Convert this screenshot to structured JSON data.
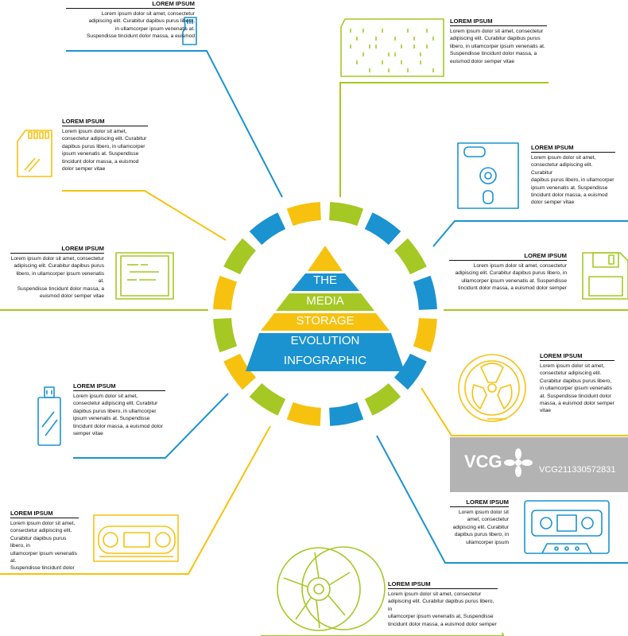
{
  "colors": {
    "blue": "#1a93d0",
    "green": "#a5c824",
    "yellow": "#f7c20f",
    "text": "#111111",
    "watermark": "#969696"
  },
  "title_lines": [
    "THE",
    "MEDIA",
    "STORAGE",
    "EVOLUTION",
    "INFOGRAPHIC"
  ],
  "ring": {
    "segment_count": 16,
    "segment_colors": [
      "green",
      "blue",
      "green",
      "blue",
      "yellow",
      "blue",
      "green",
      "blue",
      "yellow",
      "green",
      "yellow",
      "green",
      "yellow",
      "green",
      "blue",
      "yellow"
    ]
  },
  "lorem": {
    "heading": "LOREM IPSUM",
    "paragraph": "Lorem ipsum dolor sit amet, consectetur adipiscing elit. Curabitur dapibus purus libero, in ullamcorper ipsum venenatis at. Suspendisse tincidunt dolor massa, a euismod dolor semper vitae"
  },
  "blocks": [
    {
      "id": "microsd",
      "icon": "micro-sd-card-icon",
      "color": "blue",
      "lines": [
        "Lorem ipsum dolor sit amet, consectetur",
        "adipiscing elit. Curabitur dapibus purus libero,",
        "in ullamcorper ipsum venenatis at.",
        "Suspendisse tincidunt dolor massa, a euismod"
      ]
    },
    {
      "id": "sdcard",
      "icon": "sd-card-icon",
      "color": "yellow",
      "lines": [
        "Lorem ipsum dolor sit amet,",
        "consectetur adipiscing elit. Curabitur",
        "dapibus purus libero, in ullamcorper",
        "ipsum venenatis at. Suspendisse",
        "tincidunt dolor massa, a euismod",
        "dolor semper vitae"
      ]
    },
    {
      "id": "ssd",
      "icon": "ssd-drive-icon",
      "color": "green",
      "lines": [
        "Lorem ipsum dolor sit amet, consectetur",
        "adipiscing elit. Curabitur dapibus purus",
        "libero, in ullamcorper ipsum venenatis at.",
        "Suspendisse tincidunt dolor massa, a",
        "euismod dolor semper vitae"
      ]
    },
    {
      "id": "usb",
      "icon": "usb-flash-drive-icon",
      "color": "blue",
      "lines": [
        "Lorem ipsum dolor sit amet,",
        "consectetur adipiscing elit. Curabitur",
        "dapibus purus libero, in ullamcorper",
        "ipsum venenatis at. Suspendisse",
        "tincidunt dolor massa, a euismod dolor",
        "semper vitae"
      ]
    },
    {
      "id": "vhs",
      "icon": "vhs-tape-icon",
      "color": "yellow",
      "lines": [
        "Lorem ipsum dolor sit amet,",
        "consectetur adipiscing elit.",
        "Curabitur dapibus purus libero, in",
        "ullamcorper ipsum venenatis at.",
        "Suspendisse tincidunt dolor"
      ]
    },
    {
      "id": "cd",
      "icon": "cd-disc-icon",
      "color": "green",
      "lines": [
        "Lorem ipsum dolor sit amet, consectetur",
        "adipiscing elit. Curabitur dapibus purus libero, in",
        "ullamcorper ipsum venenatis at. Suspendisse",
        "tincidunt dolor massa, a euismod dolor semper"
      ]
    },
    {
      "id": "cassette",
      "icon": "cassette-tape-icon",
      "color": "blue",
      "lines": [
        "Lorem ipsum dolor sit",
        "amet, consectetur",
        "adipiscing elit. Curabitur",
        "dapibus purus libero, in",
        "ullamcorper ipsum"
      ]
    },
    {
      "id": "reel",
      "icon": "film-reel-icon",
      "color": "yellow",
      "lines": [
        "Lorem ipsum dolor sit amet,",
        "consectetur adipiscing elit.",
        "Curabitur dapibus purus libero,",
        "in ullamcorper ipsum venenatis",
        "at. Suspendisse tincidunt dolor",
        "massa, a euismod dolor semper",
        "vitae"
      ]
    },
    {
      "id": "floppy35",
      "icon": "floppy-disk-icon",
      "color": "green",
      "lines": [
        "Lorem ipsum dolor sit amet, consectetur",
        "adipiscing elit. Curabitur dapibus purus libero, in",
        "ullamcorper ipsum venenatis at. Suspendisse",
        "tincidunt dolor massa, a euismod dolor semper"
      ]
    },
    {
      "id": "floppy525",
      "icon": "floppy-disk-large-icon",
      "color": "blue",
      "lines": [
        "Lorem ipsum dolor sit amet,",
        "consectetur adipiscing elit. Curabitur",
        "dapibus purus libero, in ullamcorper",
        "ipsum venenatis at. Suspendisse",
        "tincidunt dolor massa, a euismod",
        "dolor semper vitae"
      ]
    },
    {
      "id": "punchcard",
      "icon": "punch-card-icon",
      "color": "green",
      "lines": [
        "Lorem ipsum dolor sit amet, consectetur",
        "adipiscing elit. Curabitur dapibus purus",
        "libero, in ullamcorper ipsum venenatis at.",
        "Suspendisse tincidunt dolor massa, a",
        "euismod dolor semper vitae"
      ]
    }
  ],
  "watermark": {
    "brand": "VCG",
    "code": "VCG211330572831"
  }
}
